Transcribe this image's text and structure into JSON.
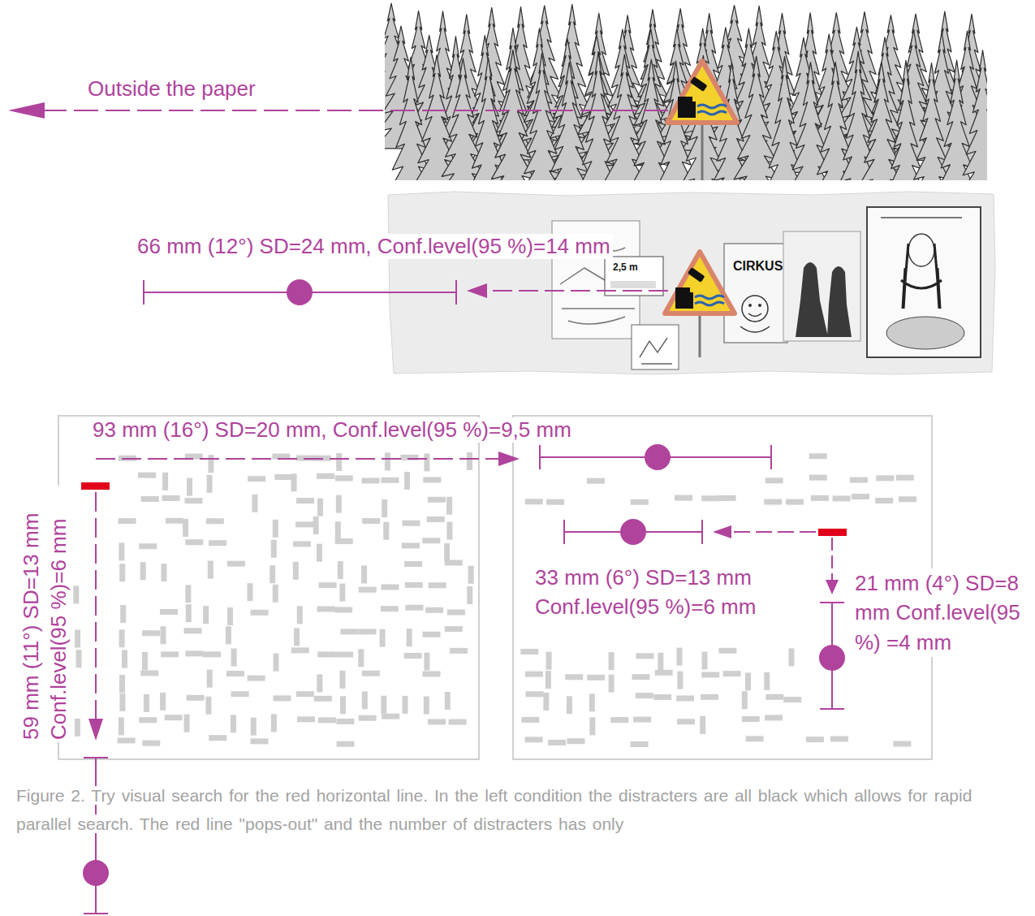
{
  "diagram": {
    "caption": "Figure 2. Try visual search for the red horizontal line. In the left condition the distracters are all black which allows for rapid parallel search. The red line \"pops-out\" and the number of distracters has only",
    "labels": [
      "Outside the paper",
      "66 mm (12°) SD=24 mm, Conf.level(95 %)=14 mm",
      "CIRKUS",
      "2,5 m",
      "93 mm (16°) SD=20 mm, Conf.level(95 %)=9,5 mm",
      "59 mm (11°) SD=13 mm Conf.level(95 %)=6 mm",
      "33 mm (6°) SD=13 mm Conf.level(95 %)=6 mm",
      "21 mm (4°) SD=8 mm Conf.level(95 %) =4 mm"
    ]
  }
}
